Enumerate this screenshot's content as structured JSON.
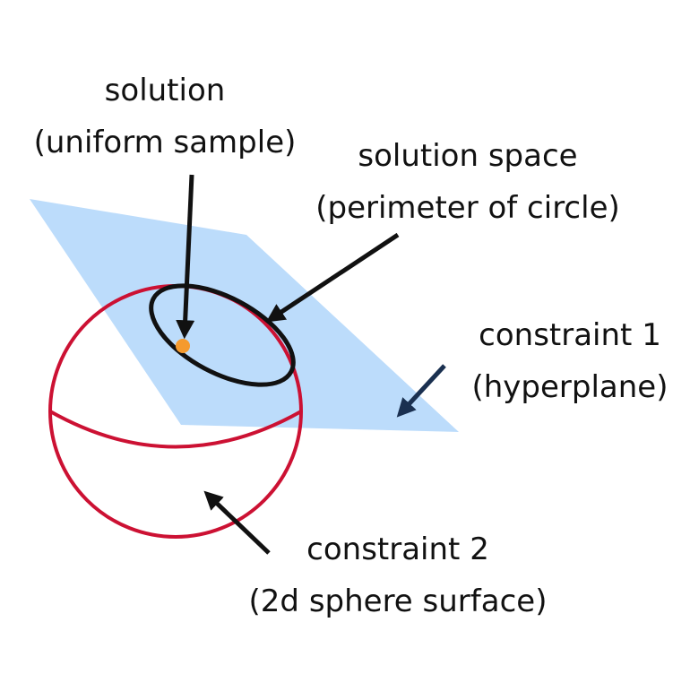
{
  "colors": {
    "plane": "#bcdcfb",
    "sphere": "#cc1133",
    "circle": "#111111",
    "point": "#f59a2e",
    "arrow": "#111111",
    "arrow_dark": "#1a3050"
  },
  "icons": [
    "arrow-icon",
    "point-marker"
  ],
  "labels": {
    "solution": [
      "solution",
      "(uniform sample)"
    ],
    "solution_space": [
      "solution space",
      "(perimeter of circle)"
    ],
    "constraint1": [
      "constraint 1",
      "(hyperplane)"
    ],
    "constraint2": [
      "constraint 2",
      "(2d sphere surface)"
    ]
  }
}
